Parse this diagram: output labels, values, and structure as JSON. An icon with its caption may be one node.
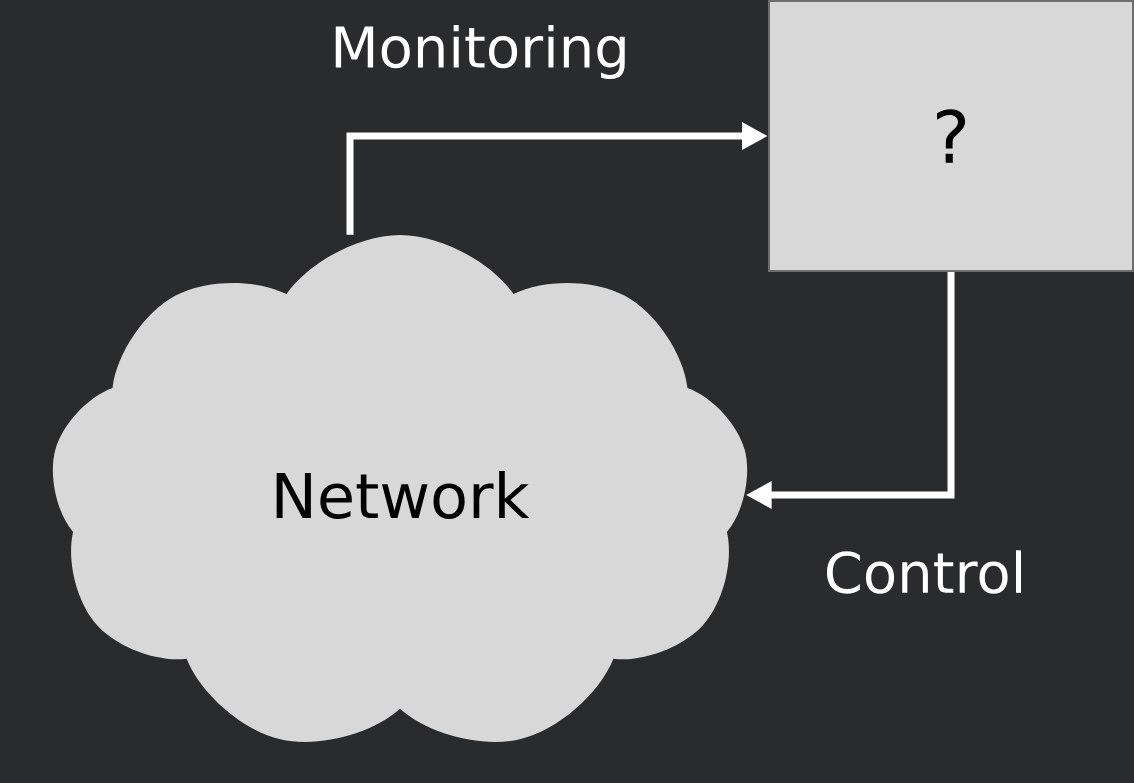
{
  "diagram": {
    "nodes": [
      {
        "text": [
          "Network"
        ]
      },
      {
        "text": [
          "?"
        ]
      }
    ],
    "edges": [
      {
        "from": 0,
        "to": 1,
        "arrow": "to",
        "label": "Monitoring"
      },
      {
        "from": 1,
        "to": 0,
        "arrow": "to",
        "label": "Control"
      }
    ]
  }
}
